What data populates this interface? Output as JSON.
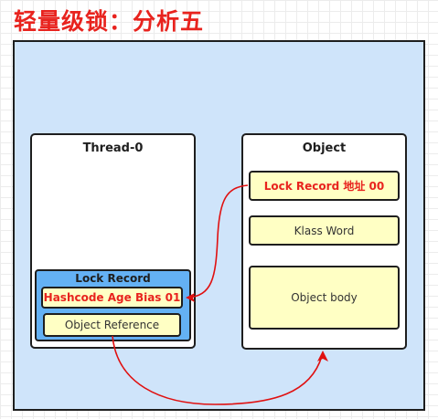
{
  "title": "轻量级锁：分析五",
  "thread": {
    "title": "Thread-0",
    "lock_record": {
      "title": "Lock Record",
      "mark_word": "Hashcode Age Bias 01",
      "object_reference": "Object Reference"
    }
  },
  "object": {
    "title": "Object",
    "lock_record_address": "Lock Record 地址 00",
    "klass_word": "Klass Word",
    "body": "Object body"
  },
  "colors": {
    "title": "#e8231e",
    "frame_background": "#cfe4fa",
    "field_background": "#ffffc4",
    "lock_record_background": "#64b1f4",
    "arrow": "#e01010"
  }
}
